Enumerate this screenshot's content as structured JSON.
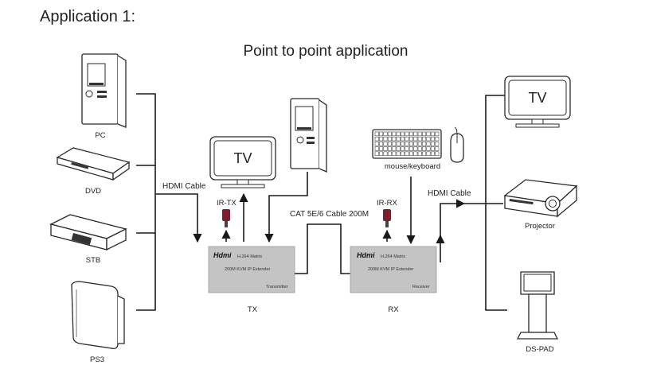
{
  "heading": "Application 1:",
  "title": "Point to point application",
  "sources": {
    "pc": "PC",
    "dvd": "DVD",
    "stb": "STB",
    "ps3": "PS3"
  },
  "displays": {
    "tv": "TV",
    "projector": "Projector",
    "ds_pad": "DS-PAD"
  },
  "local_tv": "TV",
  "peripheral": "mouse/keyboard",
  "cables": {
    "hdmi_in": "HDMI Cable",
    "hdmi_out": "HDMI Cable",
    "cat": "CAT 5E/6 Cable 200M"
  },
  "ir_tx": "IR-TX",
  "ir_rx": "IR-RX",
  "transmitter": {
    "logo": "Hdmi",
    "model": "H.264 Matrix",
    "desc": "200M KVM IP Extender",
    "role": "Transmitter",
    "caption": "TX"
  },
  "receiver": {
    "logo": "Hdmi",
    "model": "H.264 Matrix",
    "desc": "200M KVM IP Extender",
    "role": "Receiver",
    "caption": "RX"
  },
  "colors": {
    "unit_body": "#c4c4c4",
    "ir_head": "#7a1f2e",
    "line": "#1a1a1a"
  }
}
